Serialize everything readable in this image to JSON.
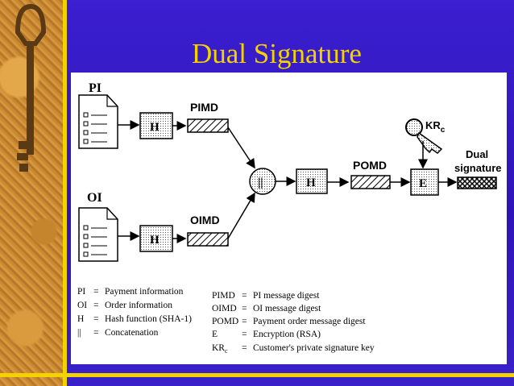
{
  "slide": {
    "title": "Dual Signature"
  },
  "diagram": {
    "pi_label": "PI",
    "oi_label": "OI",
    "hash_box_pi": "H",
    "hash_box_oi": "H",
    "hash_box_mid": "H",
    "concat_symbol": "||",
    "encrypt_box": "E",
    "pimd_label": "PIMD",
    "oimd_label": "OIMD",
    "pomd_label": "POMD",
    "key_label_main": "KR",
    "key_label_sub": "c",
    "dual_line1": "Dual",
    "dual_line2": "signature"
  },
  "legend": {
    "left": [
      {
        "abbr": "PI",
        "eq": "=",
        "text": "Payment information"
      },
      {
        "abbr": "OI",
        "eq": "=",
        "text": "Order information"
      },
      {
        "abbr": "H",
        "eq": "=",
        "text": "Hash function (SHA-1)"
      },
      {
        "abbr": "||",
        "eq": "=",
        "text": "Concatenation"
      }
    ],
    "right": [
      {
        "abbr": "PIMD",
        "eq": "=",
        "text": "PI message digest"
      },
      {
        "abbr": "OIMD",
        "eq": "=",
        "text": "OI message digest"
      },
      {
        "abbr": "POMD",
        "eq": "=",
        "text": "Payment order message digest"
      },
      {
        "abbr": "E",
        "eq": "=",
        "text": "Encryption (RSA)"
      },
      {
        "abbr": "KR",
        "abbr_sub": "c",
        "eq": "=",
        "text": "Customer's private signature key"
      }
    ]
  }
}
